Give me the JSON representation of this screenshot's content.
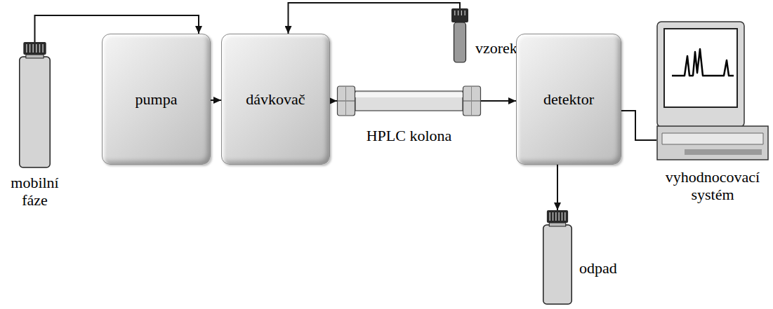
{
  "diagram": {
    "nodes": [
      {
        "text": [
          "mobilní fáze"
        ]
      },
      {
        "text": [
          "pumpa"
        ]
      },
      {
        "text": [
          "dávkovač"
        ]
      },
      {
        "text": [
          "vzorek"
        ]
      },
      {
        "text": [
          "HPLC kolona"
        ]
      },
      {
        "text": [
          "detektor"
        ]
      },
      {
        "text": [
          "vyhodnocovací systém"
        ]
      },
      {
        "text": [
          "odpad"
        ]
      }
    ],
    "edges": [
      {
        "from": 0,
        "to": 1,
        "arrow": "to"
      },
      {
        "from": 1,
        "to": 2,
        "arrow": "to"
      },
      {
        "from": 3,
        "to": 2,
        "arrow": "to"
      },
      {
        "from": 2,
        "to": 4,
        "arrow": "to"
      },
      {
        "from": 4,
        "to": 5,
        "arrow": "to"
      },
      {
        "from": 5,
        "to": 6,
        "arrow": "none"
      },
      {
        "from": 5,
        "to": 7,
        "arrow": "to"
      }
    ]
  }
}
